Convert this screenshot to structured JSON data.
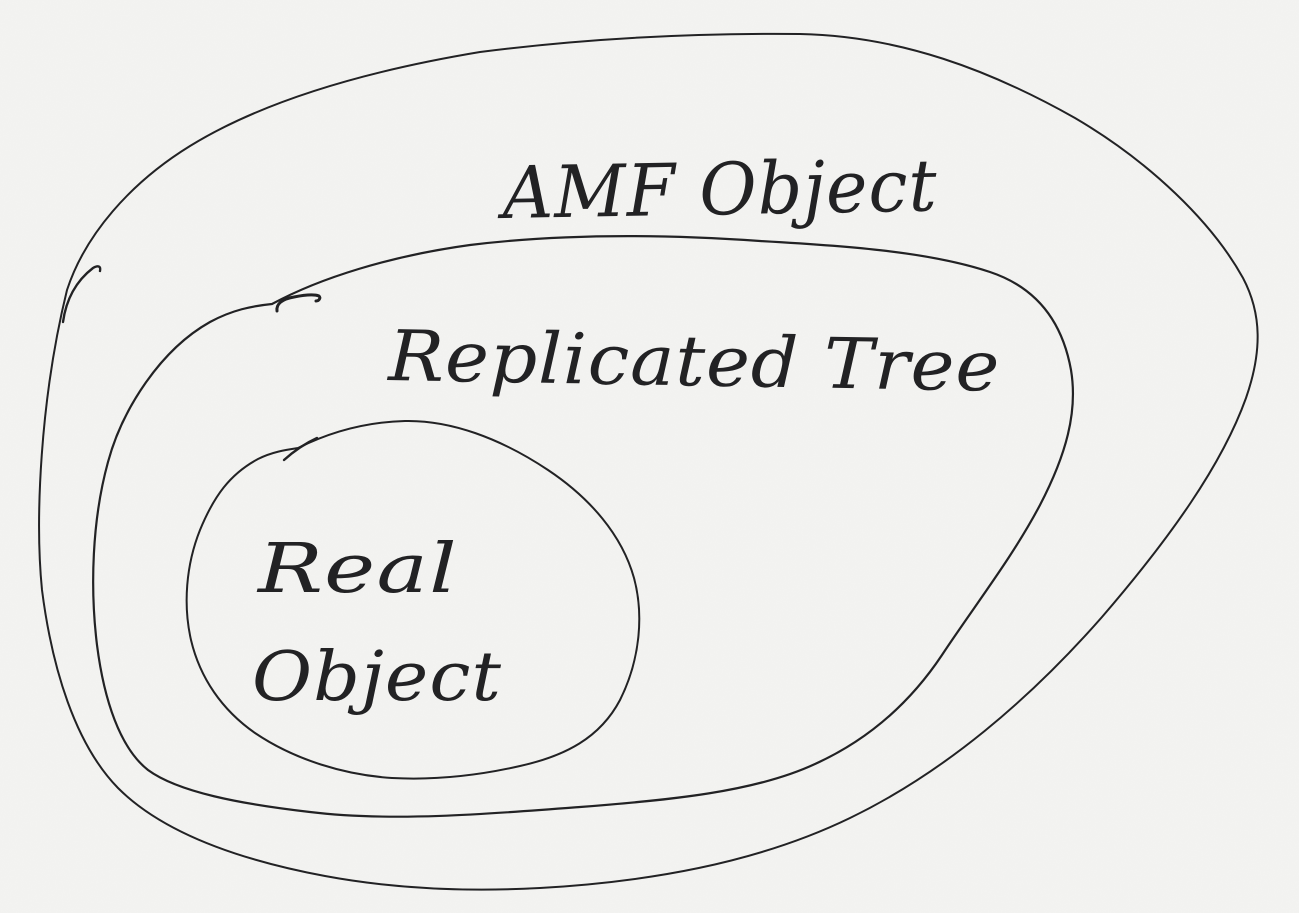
{
  "colors": {
    "ink": "#222224",
    "paper": "#f4f4f2"
  },
  "labels": {
    "outer": "AMF Object",
    "middle": "Replicated Tree",
    "inner_line1": "Real",
    "inner_line2": "Object"
  },
  "diagram": {
    "type": "nested-sets-sketch",
    "sets": [
      {
        "id": "amf-object",
        "label": "AMF Object",
        "level": 0,
        "parent": null
      },
      {
        "id": "replicated-tree",
        "label": "Replicated Tree",
        "level": 1,
        "parent": "amf-object"
      },
      {
        "id": "real-object",
        "label": "Real Object",
        "level": 2,
        "parent": "replicated-tree"
      }
    ]
  }
}
